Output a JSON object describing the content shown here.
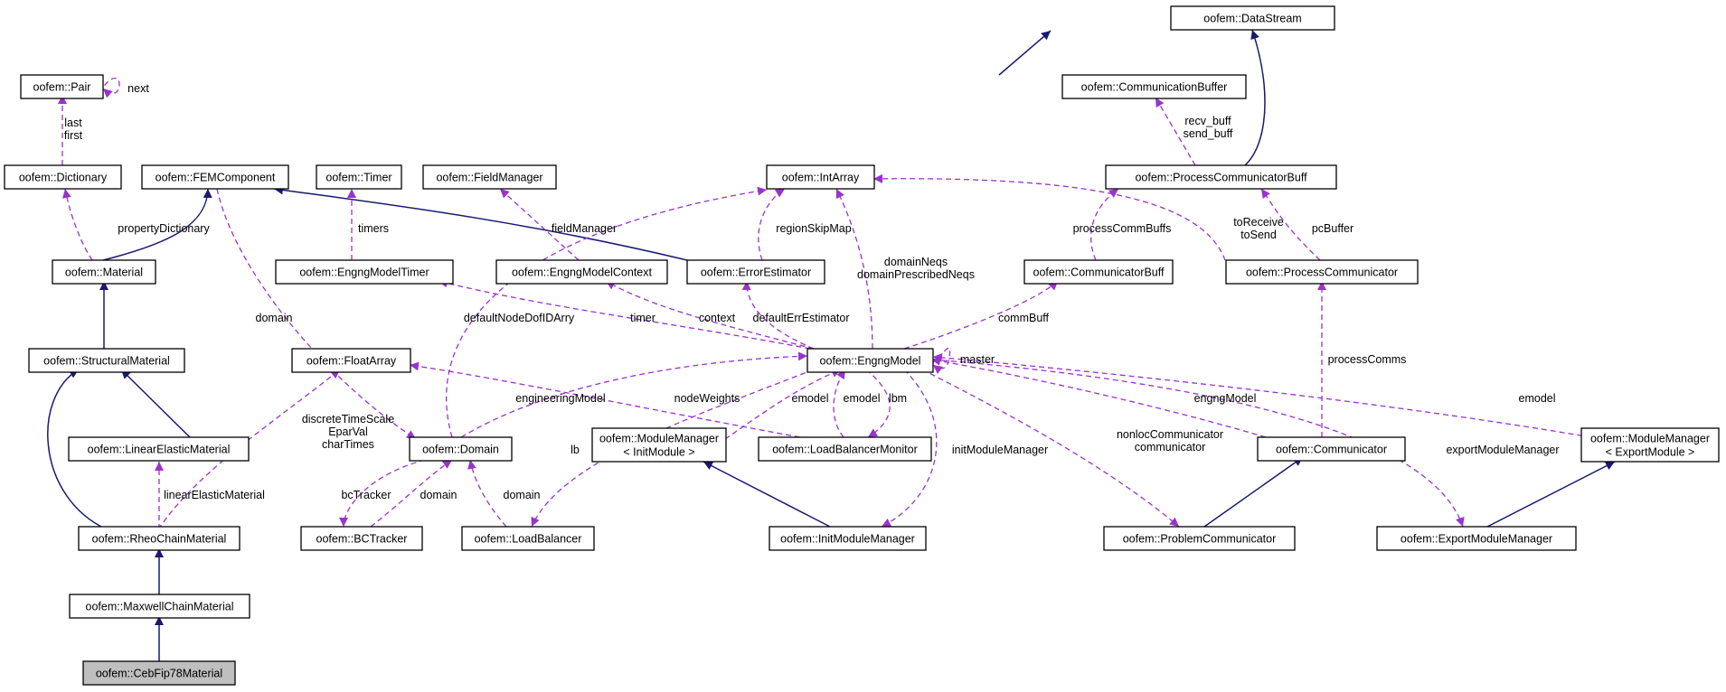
{
  "diagram": {
    "kind": "doxygen-collaboration-graph",
    "focus_class": "oofem::CebFip78Material",
    "nodes": [
      {
        "id": "datastream",
        "label": [
          "oofem::DataStream"
        ]
      },
      {
        "id": "commbuffer",
        "label": [
          "oofem::CommunicationBuffer"
        ]
      },
      {
        "id": "pair",
        "label": [
          "oofem::Pair"
        ]
      },
      {
        "id": "dictionary",
        "label": [
          "oofem::Dictionary"
        ]
      },
      {
        "id": "femcomponent",
        "label": [
          "oofem::FEMComponent"
        ]
      },
      {
        "id": "timer",
        "label": [
          "oofem::Timer"
        ]
      },
      {
        "id": "fieldmanager",
        "label": [
          "oofem::FieldManager"
        ]
      },
      {
        "id": "intarray",
        "label": [
          "oofem::IntArray"
        ]
      },
      {
        "id": "pcbuff",
        "label": [
          "oofem::ProcessCommunicatorBuff"
        ]
      },
      {
        "id": "material",
        "label": [
          "oofem::Material"
        ]
      },
      {
        "id": "engngmodeltimer",
        "label": [
          "oofem::EngngModelTimer"
        ]
      },
      {
        "id": "engngmodelcontext",
        "label": [
          "oofem::EngngModelContext"
        ]
      },
      {
        "id": "errorestimator",
        "label": [
          "oofem::ErrorEstimator"
        ]
      },
      {
        "id": "communicatorbuff",
        "label": [
          "oofem::CommunicatorBuff"
        ]
      },
      {
        "id": "processcommunicator",
        "label": [
          "oofem::ProcessCommunicator"
        ]
      },
      {
        "id": "structuralmaterial",
        "label": [
          "oofem::StructuralMaterial"
        ]
      },
      {
        "id": "floatarray",
        "label": [
          "oofem::FloatArray"
        ]
      },
      {
        "id": "engngmodel",
        "label": [
          "oofem::EngngModel"
        ]
      },
      {
        "id": "linearelastic",
        "label": [
          "oofem::LinearElasticMaterial"
        ]
      },
      {
        "id": "domain",
        "label": [
          "oofem::Domain"
        ]
      },
      {
        "id": "mminit",
        "label": [
          "oofem::ModuleManager",
          "< InitModule >"
        ]
      },
      {
        "id": "lbmonitor",
        "label": [
          "oofem::LoadBalancerMonitor"
        ]
      },
      {
        "id": "communicator",
        "label": [
          "oofem::Communicator"
        ]
      },
      {
        "id": "mmexport",
        "label": [
          "oofem::ModuleManager",
          "< ExportModule >"
        ]
      },
      {
        "id": "rheochain",
        "label": [
          "oofem::RheoChainMaterial"
        ]
      },
      {
        "id": "bctracker",
        "label": [
          "oofem::BCTracker"
        ]
      },
      {
        "id": "loadbalancer",
        "label": [
          "oofem::LoadBalancer"
        ]
      },
      {
        "id": "initmodulemanager",
        "label": [
          "oofem::InitModuleManager"
        ]
      },
      {
        "id": "problemcommunicator",
        "label": [
          "oofem::ProblemCommunicator"
        ]
      },
      {
        "id": "exportmodulemanager",
        "label": [
          "oofem::ExportModuleManager"
        ]
      },
      {
        "id": "maxwellchain",
        "label": [
          "oofem::MaxwellChainMaterial"
        ]
      },
      {
        "id": "cebfip",
        "label": [
          "oofem::CebFip78Material"
        ]
      }
    ],
    "edge_labels": [
      {
        "id": "next",
        "lines": [
          "next"
        ]
      },
      {
        "id": "lastfirst",
        "lines": [
          "last",
          "first"
        ]
      },
      {
        "id": "recvsend",
        "lines": [
          "recv_buff",
          "send_buff"
        ]
      },
      {
        "id": "propertydictionary",
        "lines": [
          "propertyDictionary"
        ]
      },
      {
        "id": "timers",
        "lines": [
          "timers"
        ]
      },
      {
        "id": "fieldmanager",
        "lines": [
          "fieldManager"
        ]
      },
      {
        "id": "regionskipmap",
        "lines": [
          "regionSkipMap"
        ]
      },
      {
        "id": "processcommbuffs",
        "lines": [
          "processCommBuffs"
        ]
      },
      {
        "id": "toreceivesend",
        "lines": [
          "toReceive",
          "toSend"
        ]
      },
      {
        "id": "pcbuffer",
        "lines": [
          "pcBuffer"
        ]
      },
      {
        "id": "domainneqs",
        "lines": [
          "domainNeqs",
          "domainPrescribedNeqs"
        ]
      },
      {
        "id": "domain1",
        "lines": [
          "domain"
        ]
      },
      {
        "id": "defaultnodedofidarry",
        "lines": [
          "defaultNodeDofIDArry"
        ]
      },
      {
        "id": "timer",
        "lines": [
          "timer"
        ]
      },
      {
        "id": "context",
        "lines": [
          "context"
        ]
      },
      {
        "id": "defaulterrestimator",
        "lines": [
          "defaultErrEstimator"
        ]
      },
      {
        "id": "commbuff",
        "lines": [
          "commBuff"
        ]
      },
      {
        "id": "master",
        "lines": [
          "master"
        ]
      },
      {
        "id": "processcomms",
        "lines": [
          "processComms"
        ]
      },
      {
        "id": "engineeringmodel",
        "lines": [
          "engineeringModel"
        ]
      },
      {
        "id": "nodeweights",
        "lines": [
          "nodeWeights"
        ]
      },
      {
        "id": "emodel1",
        "lines": [
          "emodel"
        ]
      },
      {
        "id": "emodel2",
        "lines": [
          "emodel"
        ]
      },
      {
        "id": "lbm",
        "lines": [
          "lbm"
        ]
      },
      {
        "id": "engngmodel",
        "lines": [
          "engngModel"
        ]
      },
      {
        "id": "emodel3",
        "lines": [
          "emodel"
        ]
      },
      {
        "id": "discretetimescale",
        "lines": [
          "discreteTimeScale",
          "EparVal",
          "charTimes"
        ]
      },
      {
        "id": "lb",
        "lines": [
          "lb"
        ]
      },
      {
        "id": "initmodulemanager",
        "lines": [
          "initModuleManager"
        ]
      },
      {
        "id": "nonloccomm",
        "lines": [
          "nonlocCommunicator",
          "communicator"
        ]
      },
      {
        "id": "exportmodulemanager",
        "lines": [
          "exportModuleManager"
        ]
      },
      {
        "id": "linearelasticmaterial",
        "lines": [
          "linearElasticMaterial"
        ]
      },
      {
        "id": "bctracker",
        "lines": [
          "bcTracker"
        ]
      },
      {
        "id": "domain2",
        "lines": [
          "domain"
        ]
      },
      {
        "id": "domain3",
        "lines": [
          "domain"
        ]
      }
    ],
    "colors": {
      "inheritance": "#191970",
      "usage": "#9a32cd",
      "node_fill": "#ffffff",
      "focus_fill": "#bfbfbf"
    }
  }
}
